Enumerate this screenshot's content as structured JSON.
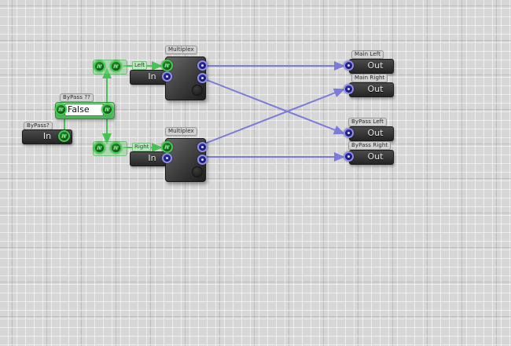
{
  "app": {
    "background_color": "#d6d6d6",
    "grid_minor_color": "#ffffff",
    "grid_major_color": "#969696",
    "wire_color": "#7b7bd9",
    "green_wire_color": "#3ecf4a"
  },
  "nodes": {
    "bypass_input": {
      "caption": "ByPass?",
      "value_label": "In",
      "port_icon": "signal-port-icon"
    },
    "bypass_switch": {
      "caption": "ByPass ??",
      "value": "False",
      "input_port_icon": "signal-port-icon",
      "output_port_icon": "signal-port-icon"
    },
    "relay_top": {
      "port_a_icon": "signal-port-icon",
      "port_b_icon": "signal-port-icon"
    },
    "relay_bottom": {
      "port_a_icon": "signal-port-icon",
      "port_b_icon": "signal-port-icon"
    },
    "mux_top": {
      "title": "Multiplex",
      "input_label": "Left",
      "value_label": "In",
      "select_port_icon": "signal-port-icon",
      "audio_in_port_icon": "audio-port-icon",
      "out_a_port_icon": "audio-port-icon",
      "out_b_port_icon": "audio-port-icon",
      "out_c_port_icon": "audio-port-disabled-icon"
    },
    "mux_bottom": {
      "title": "Multiplex",
      "input_label": "Right",
      "value_label": "In",
      "select_port_icon": "signal-port-icon",
      "audio_in_port_icon": "audio-port-icon",
      "out_a_port_icon": "audio-port-icon",
      "out_b_port_icon": "audio-port-icon",
      "out_c_port_icon": "audio-port-disabled-icon"
    },
    "out_main_left": {
      "caption": "Main Left",
      "value_label": "Out",
      "port_icon": "audio-port-icon"
    },
    "out_main_right": {
      "caption": "Main Right",
      "value_label": "Out",
      "port_icon": "audio-port-icon"
    },
    "out_bypass_left": {
      "caption": "ByPass Left",
      "value_label": "Out",
      "port_icon": "audio-port-icon"
    },
    "out_bypass_right": {
      "caption": "ByPass Right",
      "value_label": "Out",
      "port_icon": "audio-port-icon"
    }
  }
}
